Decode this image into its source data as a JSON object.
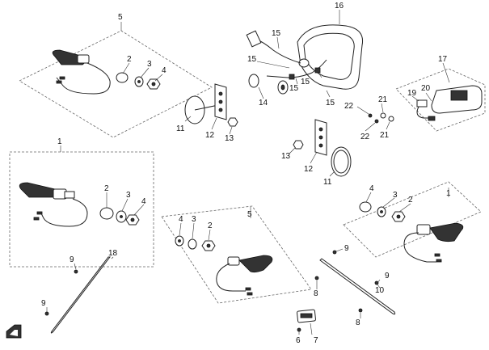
{
  "diagram": {
    "callouts": {
      "c1": "5",
      "c2": "2",
      "c3": "3",
      "c4": "4",
      "c5": "1",
      "c6": "2",
      "c7": "3",
      "c8": "4",
      "c9": "5",
      "c10": "4",
      "c11": "3",
      "c12": "2",
      "c13": "1",
      "c14": "4",
      "c15": "3",
      "c16": "2",
      "c17": "16",
      "c18": "15",
      "c19": "15",
      "c20": "15",
      "c21": "15",
      "c22": "15",
      "c23": "14",
      "c24": "11",
      "c25": "12",
      "c26": "13",
      "c27": "17",
      "c28": "19",
      "c29": "20",
      "c30": "21",
      "c31": "22",
      "c32": "22",
      "c33": "21",
      "c34": "13",
      "c35": "12",
      "c36": "11",
      "c37": "18",
      "c38": "9",
      "c39": "9",
      "c40": "9",
      "c41": "8",
      "c42": "9",
      "c43": "10",
      "c44": "8",
      "c45": "6",
      "c46": "7"
    }
  }
}
